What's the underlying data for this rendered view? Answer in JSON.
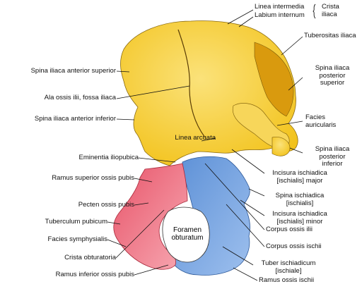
{
  "colors": {
    "ilium": "#f2c21a",
    "ilium_light": "#fbe27a",
    "ilium_dark": "#b8860b",
    "pubis": "#e8556a",
    "pubis_light": "#f7a8b2",
    "ischium": "#5b8fd6",
    "ischium_light": "#9ec0ee",
    "foramen": "#ffffff",
    "leader": "#111111"
  },
  "labels": {
    "linea_intermedia": "Linea intermedia",
    "labium_internum": "Labium internum",
    "crista_iliaca_1": "Crista",
    "crista_iliaca_2": "iliaca",
    "tuberositas_iliaca": "Tuberositas iliaca",
    "spina_iliaca_anterior_superior": "Spina iliaca anterior superior",
    "ala_ossis_ilii": "Ala ossis ilii, fossa iliaca",
    "spina_iliaca_posterior_superior_1": "Spina iliaca",
    "spina_iliaca_posterior_superior_2": "posterior",
    "spina_iliaca_posterior_superior_3": "superior",
    "spina_iliaca_anterior_inferior": "Spina iliaca anterior inferior",
    "facies_auricularis_1": "Facies",
    "facies_auricularis_2": "auricularis",
    "linea_arcuata": "Linea arcuata",
    "spina_iliaca_posterior_inferior_1": "Spina iliaca",
    "spina_iliaca_posterior_inferior_2": "posterior",
    "spina_iliaca_posterior_inferior_3": "inferior",
    "eminentia_iliopubica": "Eminentia iliopubica",
    "ramus_superior_ossis_pubis": "Ramus superior ossis pubis",
    "incisura_ischiadica_major_1": "Incisura ischiadica",
    "incisura_ischiadica_major_2": "[ischialis] major",
    "spina_ischiadica_1": "Spina ischiadica",
    "spina_ischiadica_2": "[ischialis]",
    "pecten_ossis_pubis": "Pecten ossis pubis",
    "incisura_ischiadica_minor_1": "Incisura ischiadica",
    "incisura_ischiadica_minor_2": "[ischialis] minor",
    "tuberculum_pubicum": "Tuberculum pubicum",
    "corpus_ossis_ilii": "Corpus ossis ilii",
    "facies_symphysialis": "Facies symphysialis",
    "foramen_obturatum_1": "Foramen",
    "foramen_obturatum_2": "obturatum",
    "crista_obturatoria": "Crista obturatoria",
    "corpus_ossis_ischii": "Corpus ossis ischii",
    "tuber_ischiadicum_1": "Tuber ischiadicum",
    "tuber_ischiadicum_2": "[ischiale]",
    "ramus_inferior_ossis_pubis": "Ramus inferior ossis pubis",
    "ramus_ossis_ischii": "Ramus ossis ischii"
  }
}
